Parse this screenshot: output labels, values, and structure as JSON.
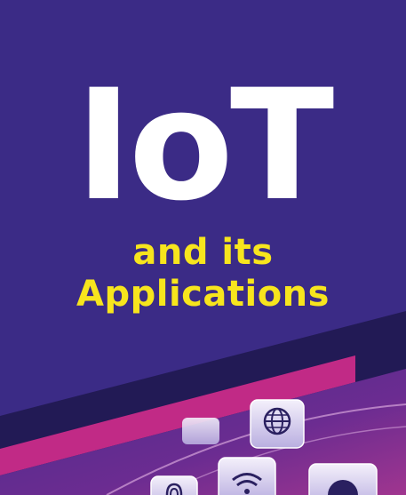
{
  "title": "IoT",
  "subtitle_line1": "and its",
  "subtitle_line2": "Applications",
  "colors": {
    "background": "#3b2b86",
    "title": "#ffffff",
    "subtitle": "#f7e51d",
    "stripe_dark": "#221a55",
    "stripe_magenta": "#c12a86",
    "lower_panel": "#6a2b8e"
  },
  "icons": [
    "globe-icon",
    "wifi-icon",
    "fingerprint-icon",
    "circle-icon"
  ]
}
